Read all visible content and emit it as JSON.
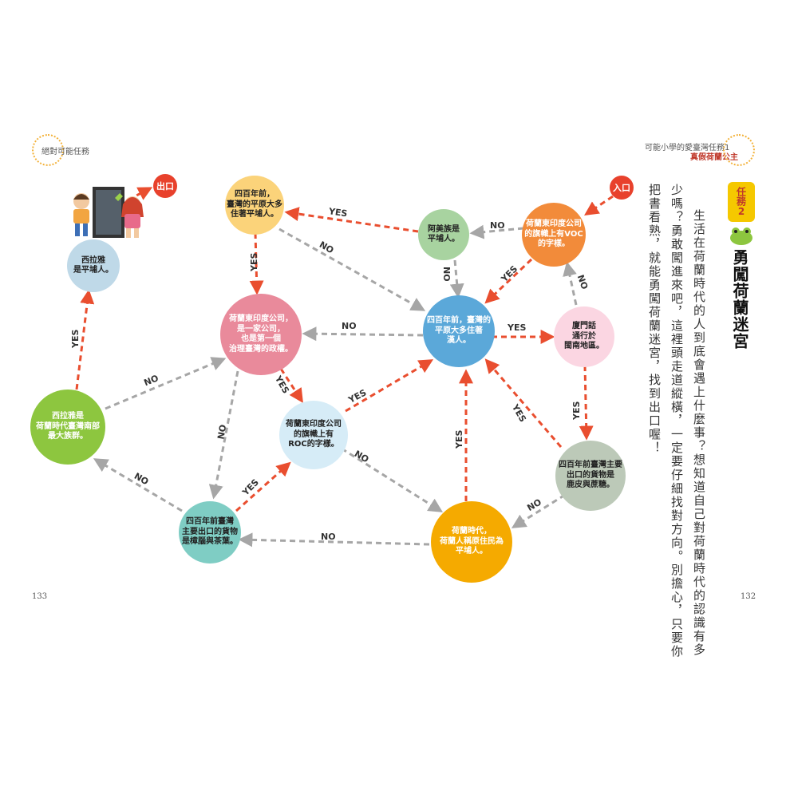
{
  "header": {
    "left": "絕對可能任務",
    "right_top": "可能小學的愛臺灣任務1",
    "right_bottom": "真假荷蘭公主"
  },
  "page_numbers": {
    "left": "133",
    "right": "132"
  },
  "badges": {
    "exit": "出口",
    "entrance": "入口"
  },
  "task": {
    "label_top": "任務",
    "label_num": "2",
    "title": "勇闖荷蘭迷宮"
  },
  "intro_columns": [
    "生活在荷蘭時代的人到底會遇上什麼事？想知道自己對荷蘭時代的認識有多",
    "少嗎？勇敢闖進來吧，這裡頭走道縱橫，一定要仔細找對方向。別擔心，只要你",
    "把書看熟，就能勇闖荷蘭迷宮，找到出口喔！"
  ],
  "nodes": {
    "n1": {
      "text": "四百年前，\n臺灣的平原大多\n住著平埔人。",
      "color": "#fbd37a"
    },
    "n2": {
      "text": "阿美族是\n平埔人。",
      "color": "#a8d3a0"
    },
    "n3": {
      "text": "荷蘭東印度公司\n的旗幟上有VOC\n的字樣。",
      "color": "#f28b3a"
    },
    "n4": {
      "text": "西拉雅\n是平埔人。",
      "color": "#bfd9e8"
    },
    "n5": {
      "text": "荷蘭東印度公司，\n是一家公司，\n也是第一個\n治理臺灣的政權。",
      "color": "#e98a9b"
    },
    "n6": {
      "text": "四百年前，臺灣的\n平原大多住著\n漢人。",
      "color": "#5ba8d9"
    },
    "n7": {
      "text": "廈門話\n通行於\n閩南地區。",
      "color": "#fbd6e2"
    },
    "n8": {
      "text": "西拉雅是\n荷蘭時代臺灣南部\n最大族群。",
      "color": "#8dc63f"
    },
    "n9": {
      "text": "荷蘭東印度公司\n的旗幟上有\nROC的字樣。",
      "color": "#d6ecf7"
    },
    "n10": {
      "text": "四百年前臺灣主要\n出口的貨物是\n鹿皮與蔗糖。",
      "color": "#bcc9b8"
    },
    "n11": {
      "text": "四百年前臺灣\n主要出口的貨物\n是樟腦與茶葉。",
      "color": "#7fcdc4"
    },
    "n12": {
      "text": "荷蘭時代，\n荷蘭人稱原住民為\n平埔人。",
      "color": "#f5aa00"
    }
  },
  "edges": {
    "yes": "YES",
    "no": "NO"
  },
  "colors": {
    "yes": "#e94e2f",
    "no": "#a6a6a6"
  }
}
